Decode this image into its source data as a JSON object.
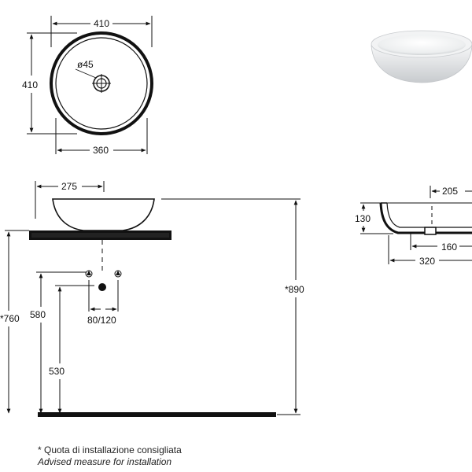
{
  "top_view": {
    "width": "410",
    "depth": "410",
    "drain_label": "ø45",
    "inner_diameter": "360"
  },
  "side_view": {
    "bowl_top_width": "275",
    "installation_height": "*890",
    "counter_height": "*760",
    "outlet_height": "580",
    "water_supply_height": "530",
    "supply_spacing": "80/120"
  },
  "section_view": {
    "inner_width": "205",
    "height": "130",
    "base_width": "160",
    "outer_width": "320"
  },
  "footnote": {
    "italian": "* Quota di installazione consigliata",
    "english": "Advised measure for installation"
  },
  "icons": [
    "basin-photo",
    "water-supply-icon",
    "drain-outlet-icon"
  ]
}
